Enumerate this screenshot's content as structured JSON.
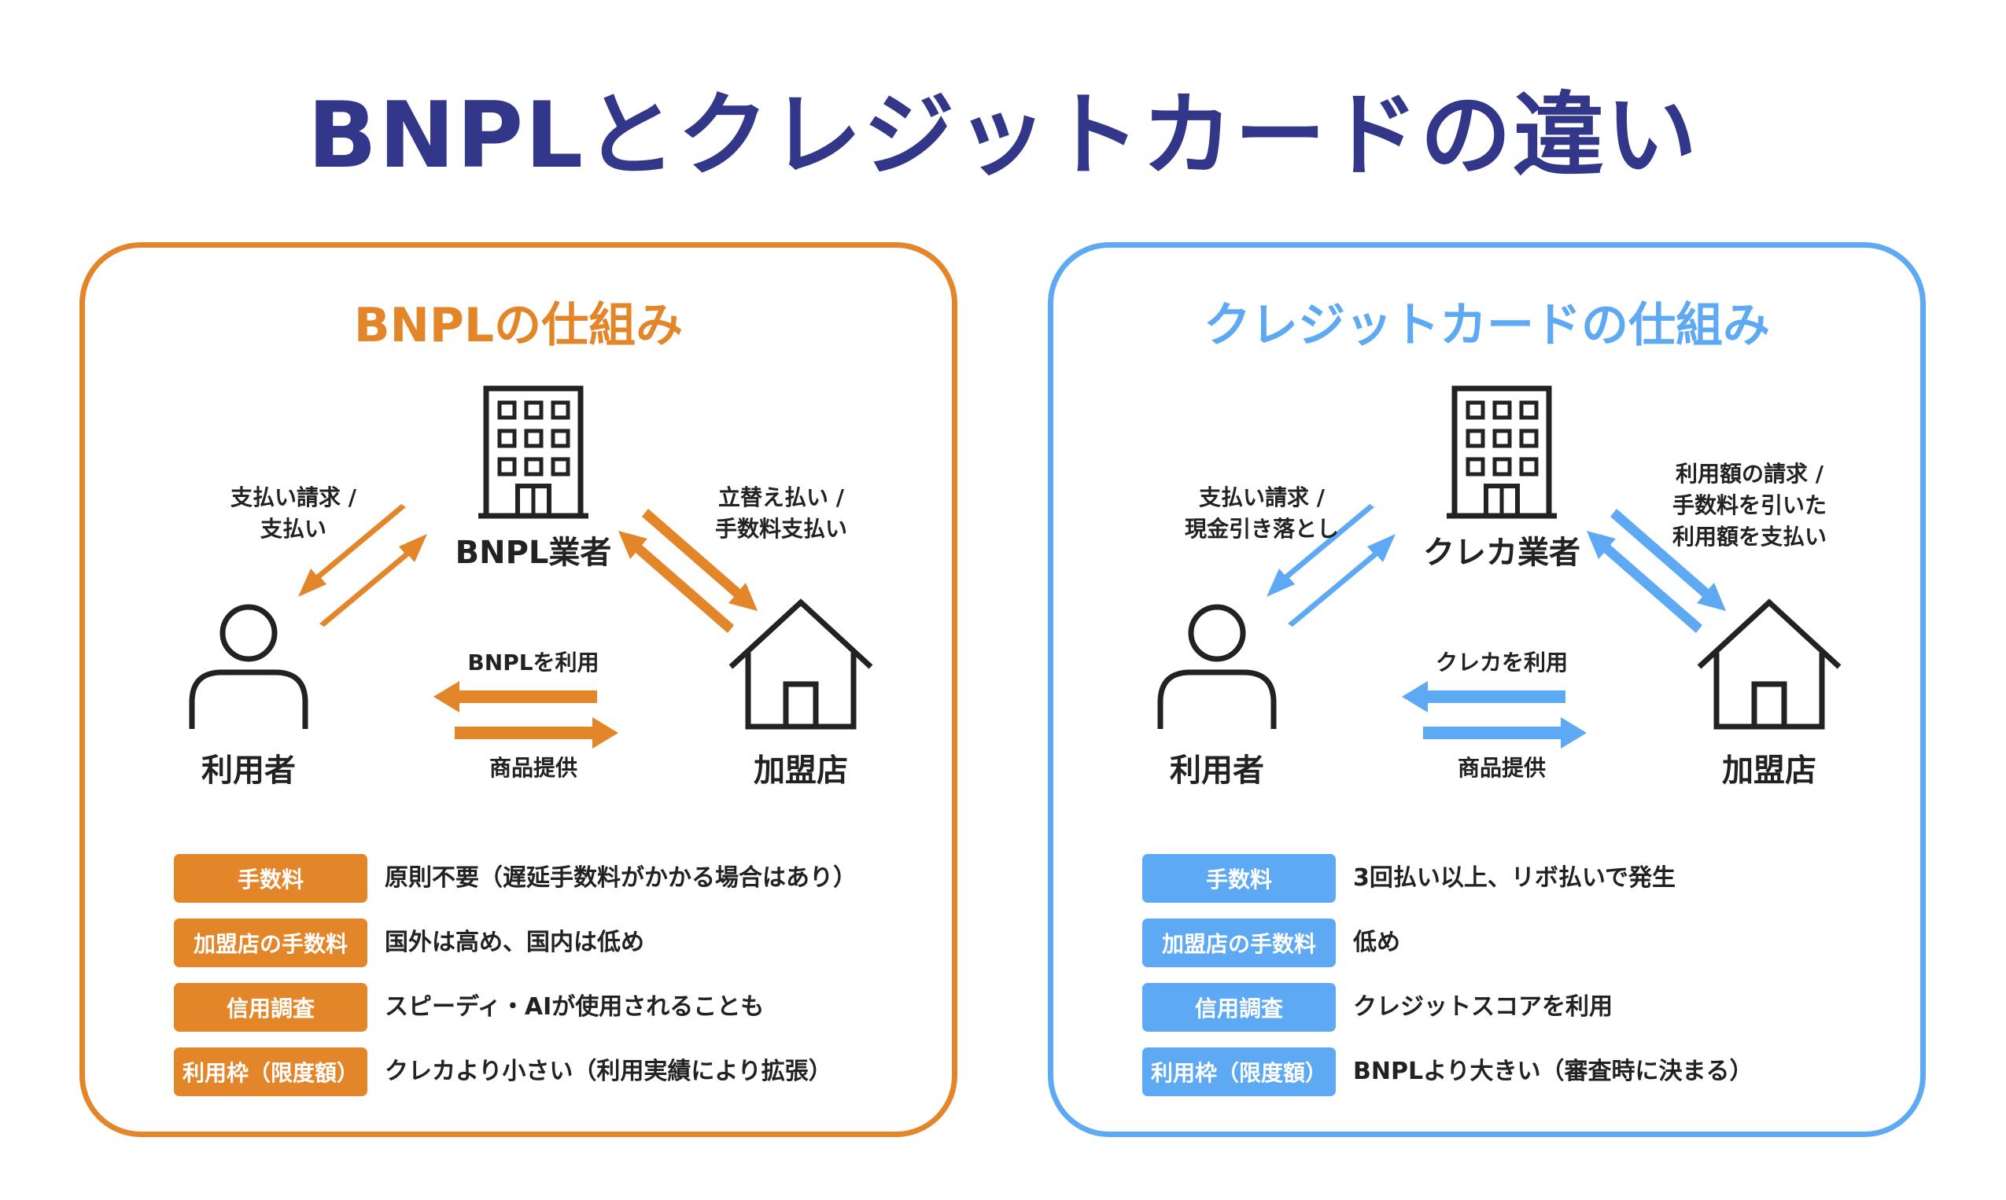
{
  "title": "BNPLとクレジットカードの違い",
  "colors": {
    "title": "#33378a",
    "bnpl_accent": "#e3862a",
    "credit_accent": "#5ea9f4",
    "icon": "#222222"
  },
  "bnpl": {
    "heading": "BNPLの仕組み",
    "company": "BNPL業者",
    "user": "利用者",
    "merchant": "加盟店",
    "user_company_flow": [
      "支払い請求 /",
      "支払い"
    ],
    "company_merchant_flow": [
      "立替え払い /",
      "手数料支払い"
    ],
    "use_label": "BNPLを利用",
    "goods_label": "商品提供",
    "rows": [
      {
        "key": "手数料",
        "value": "原則不要（遅延手数料がかかる場合はあり）"
      },
      {
        "key": "加盟店の手数料",
        "value": "国外は高め、国内は低め"
      },
      {
        "key": "信用調査",
        "value": "スピーディ・AIが使用されることも"
      },
      {
        "key": "利用枠（限度額）",
        "value": "クレカより小さい（利用実績により拡張）"
      }
    ]
  },
  "credit": {
    "heading": "クレジットカードの仕組み",
    "company": "クレカ業者",
    "user": "利用者",
    "merchant": "加盟店",
    "user_company_flow": [
      "支払い請求 /",
      "現金引き落とし"
    ],
    "company_merchant_flow": [
      "利用額の請求 /",
      "手数料を引いた",
      "利用額を支払い"
    ],
    "use_label": "クレカを利用",
    "goods_label": "商品提供",
    "rows": [
      {
        "key": "手数料",
        "value": "3回払い以上、リボ払いで発生"
      },
      {
        "key": "加盟店の手数料",
        "value": "低め"
      },
      {
        "key": "信用調査",
        "value": "クレジットスコアを利用"
      },
      {
        "key": "利用枠（限度額）",
        "value": "BNPLより大きい（審査時に決まる）"
      }
    ]
  },
  "icons": {
    "company": "office-building-icon",
    "user": "person-icon",
    "merchant": "house-icon"
  }
}
